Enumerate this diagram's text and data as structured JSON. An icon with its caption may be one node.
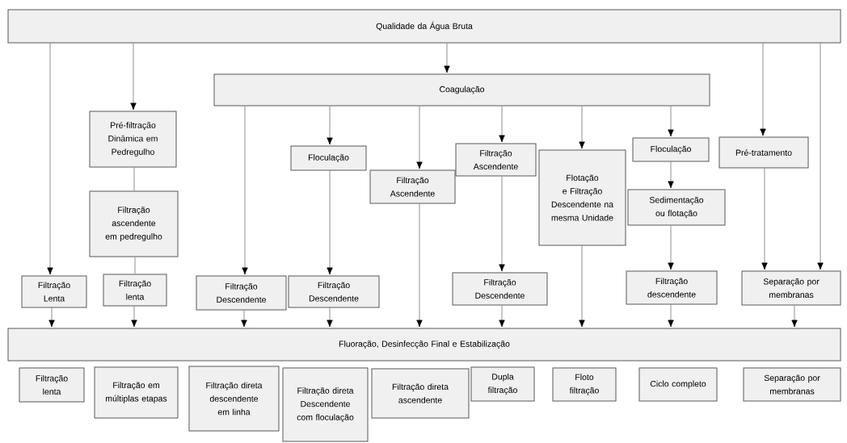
{
  "diagram": {
    "nodes": [
      {
        "text": [
          "Qualidade da Água Bruta"
        ]
      },
      {
        "text": [
          "Coagulação"
        ]
      },
      {
        "text": [
          "Pré-filtração Dinâmica em Pedregulho"
        ]
      },
      {
        "text": [
          "Filtração ascendente em pedregulho"
        ]
      },
      {
        "text": [
          "Filtração Lenta"
        ]
      },
      {
        "text": [
          "Filtração lenta"
        ]
      },
      {
        "text": [
          "Floculação"
        ]
      },
      {
        "text": [
          "Filtração Ascendente"
        ]
      },
      {
        "text": [
          "Filtração Ascendente"
        ]
      },
      {
        "text": [
          "Flotação e Filtração Descendente na mesma Unidade"
        ]
      },
      {
        "text": [
          "Floculação"
        ]
      },
      {
        "text": [
          "Sedimentação ou flotação"
        ]
      },
      {
        "text": [
          "Pré-tratamento"
        ]
      },
      {
        "text": [
          "Filtração Descendente"
        ]
      },
      {
        "text": [
          "Filtração Descendente"
        ]
      },
      {
        "text": [
          "Filtração Descendente"
        ]
      },
      {
        "text": [
          "Filtração descendente"
        ]
      },
      {
        "text": [
          "Separação por membranas"
        ]
      },
      {
        "text": [
          "Fluoração, Desinfecção Final e Estabilização"
        ]
      },
      {
        "text": [
          "Filtração lenta"
        ]
      },
      {
        "text": [
          "Filtração em múltiplas etapas"
        ]
      },
      {
        "text": [
          "Filtração direta descendente em linha"
        ]
      },
      {
        "text": [
          "Filtração direta Descendente com floculação"
        ]
      },
      {
        "text": [
          "Filtração direta ascendente"
        ]
      },
      {
        "text": [
          "Dupla filtração"
        ]
      },
      {
        "text": [
          "Floto filtração"
        ]
      },
      {
        "text": [
          "Ciclo completo"
        ]
      },
      {
        "text": [
          "Separação por membranas"
        ]
      }
    ],
    "edges": [
      {
        "from": 0,
        "to": 4,
        "arrow": "to"
      },
      {
        "from": 0,
        "to": 2,
        "arrow": "to"
      },
      {
        "from": 0,
        "to": 1,
        "arrow": "to"
      },
      {
        "from": 0,
        "to": 12,
        "arrow": "to"
      },
      {
        "from": 0,
        "to": 17,
        "arrow": "to"
      },
      {
        "from": 2,
        "to": 3,
        "arrow": "none"
      },
      {
        "from": 3,
        "to": 5,
        "arrow": "none"
      },
      {
        "from": 4,
        "to": 18,
        "arrow": "to"
      },
      {
        "from": 5,
        "to": 18,
        "arrow": "to"
      },
      {
        "from": 1,
        "to": 13,
        "arrow": "to"
      },
      {
        "from": 13,
        "to": 18,
        "arrow": "to"
      },
      {
        "from": 1,
        "to": 6,
        "arrow": "to"
      },
      {
        "from": 6,
        "to": 14,
        "arrow": "to"
      },
      {
        "from": 14,
        "to": 18,
        "arrow": "to"
      },
      {
        "from": 1,
        "to": 7,
        "arrow": "to"
      },
      {
        "from": 7,
        "to": 18,
        "arrow": "to"
      },
      {
        "from": 1,
        "to": 8,
        "arrow": "to"
      },
      {
        "from": 8,
        "to": 15,
        "arrow": "to"
      },
      {
        "from": 15,
        "to": 18,
        "arrow": "to"
      },
      {
        "from": 1,
        "to": 9,
        "arrow": "to"
      },
      {
        "from": 9,
        "to": 18,
        "arrow": "to"
      },
      {
        "from": 1,
        "to": 10,
        "arrow": "to"
      },
      {
        "from": 10,
        "to": 11,
        "arrow": "to"
      },
      {
        "from": 11,
        "to": 16,
        "arrow": "to"
      },
      {
        "from": 16,
        "to": 18,
        "arrow": "to"
      },
      {
        "from": 12,
        "to": 17,
        "arrow": "to"
      },
      {
        "from": 17,
        "to": 18,
        "arrow": "to"
      }
    ]
  }
}
